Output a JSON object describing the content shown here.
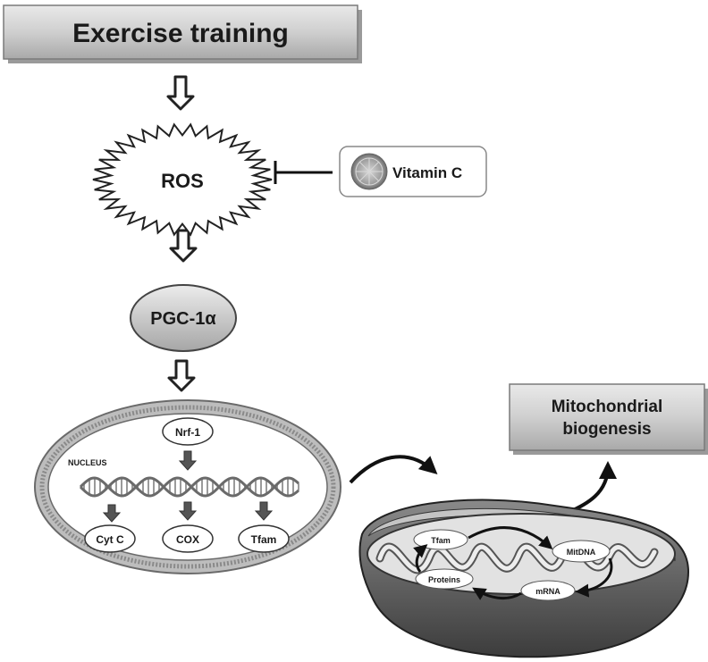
{
  "title_box": {
    "label": "Exercise training"
  },
  "ros": {
    "label": "ROS"
  },
  "vitamin_c": {
    "label": "Vitamin C"
  },
  "pgc": {
    "label": "PGC-1α"
  },
  "nucleus": {
    "label": "NUCLEUS",
    "nrf1": "Nrf-1",
    "targets": [
      "Cyt C",
      "COX",
      "Tfam"
    ]
  },
  "mito_biogenesis": {
    "line1": "Mitochondrial",
    "line2": "biogenesis"
  },
  "mitochondrion": {
    "tfam": "Tfam",
    "mitdna": "MitDNA",
    "mrna": "mRNA",
    "proteins": "Proteins"
  }
}
